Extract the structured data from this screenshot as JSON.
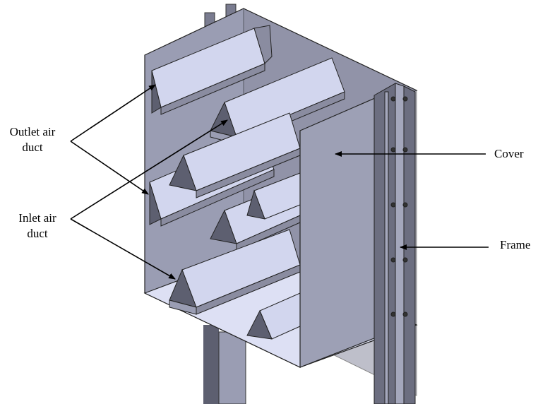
{
  "figure": {
    "subject": "Air duct unit assembly (3D CAD isometric view)",
    "colors": {
      "background": "#ffffff",
      "panel_back": "#9a9db3",
      "panel_side": "#8a8ca0",
      "duct_face": "#d2d6ee",
      "duct_shadow": "#5d5f70",
      "cover": "#9da0b5",
      "frame": "#6c6e80",
      "frame_light": "#a4a7bc",
      "floor": "#dde0f4",
      "leader_line": "#000000"
    }
  },
  "labels": {
    "outlet": {
      "line1": "Outlet air",
      "line2": "duct"
    },
    "inlet": {
      "line1": "Inlet air",
      "line2": "duct"
    },
    "cover": "Cover",
    "frame": "Frame"
  }
}
